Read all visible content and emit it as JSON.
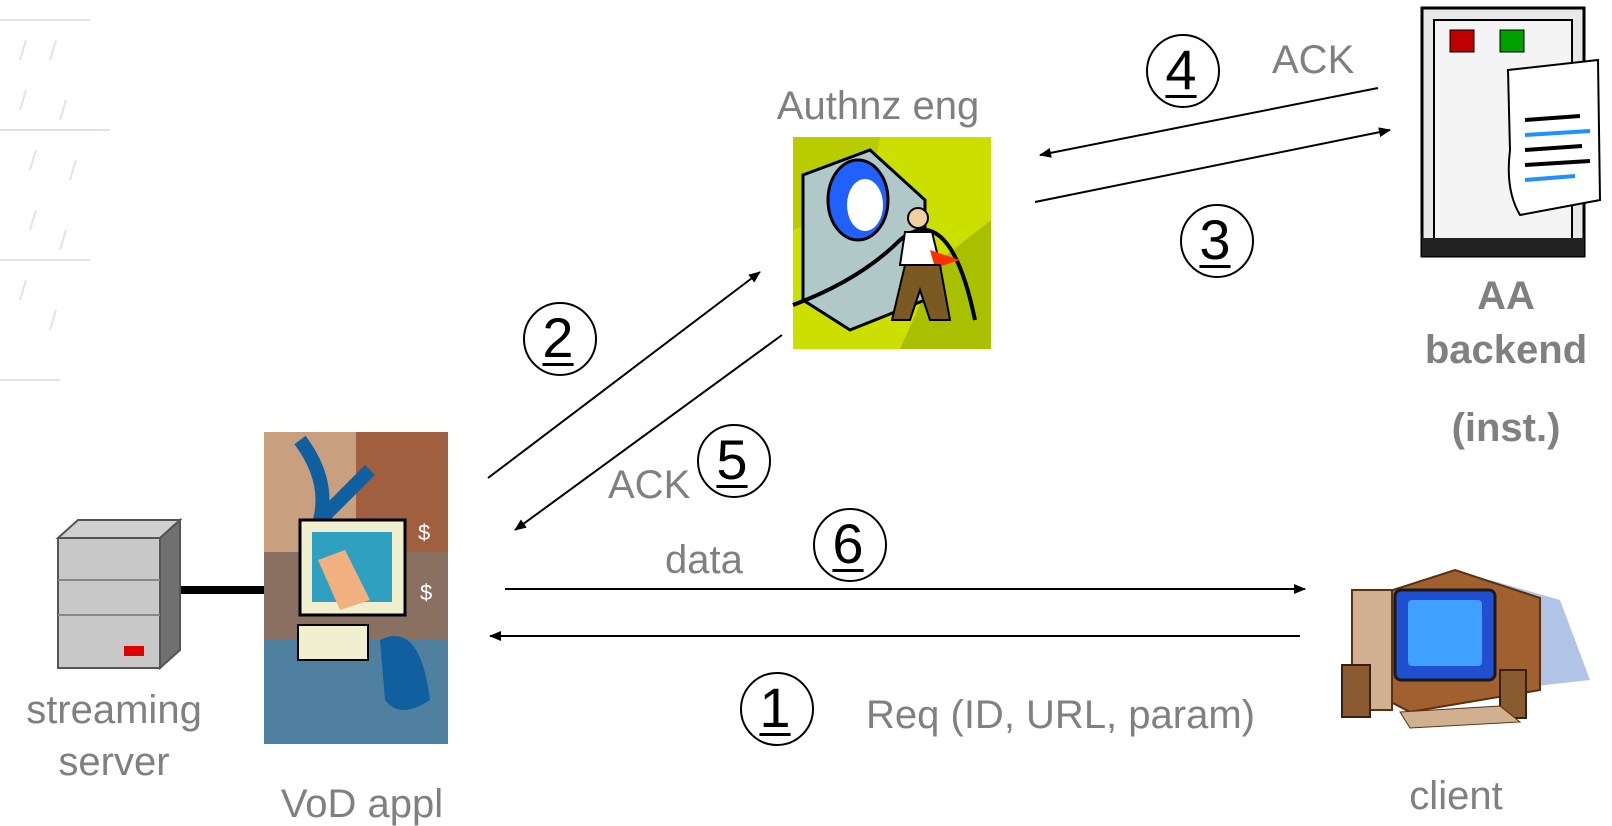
{
  "nodes": {
    "authz": "Authnz eng",
    "backend_line1": "AA",
    "backend_line2": "backend",
    "backend_line3": "(inst.)",
    "vod": "VoD appl",
    "streaming_line1": "streaming",
    "streaming_line2": "server",
    "client": "client"
  },
  "messages": {
    "ack_top": "ACK",
    "ack_mid": "ACK",
    "data": "data",
    "req": "Req (ID, URL, param)"
  },
  "steps": [
    "1",
    "2",
    "3",
    "4",
    "5",
    "6"
  ]
}
